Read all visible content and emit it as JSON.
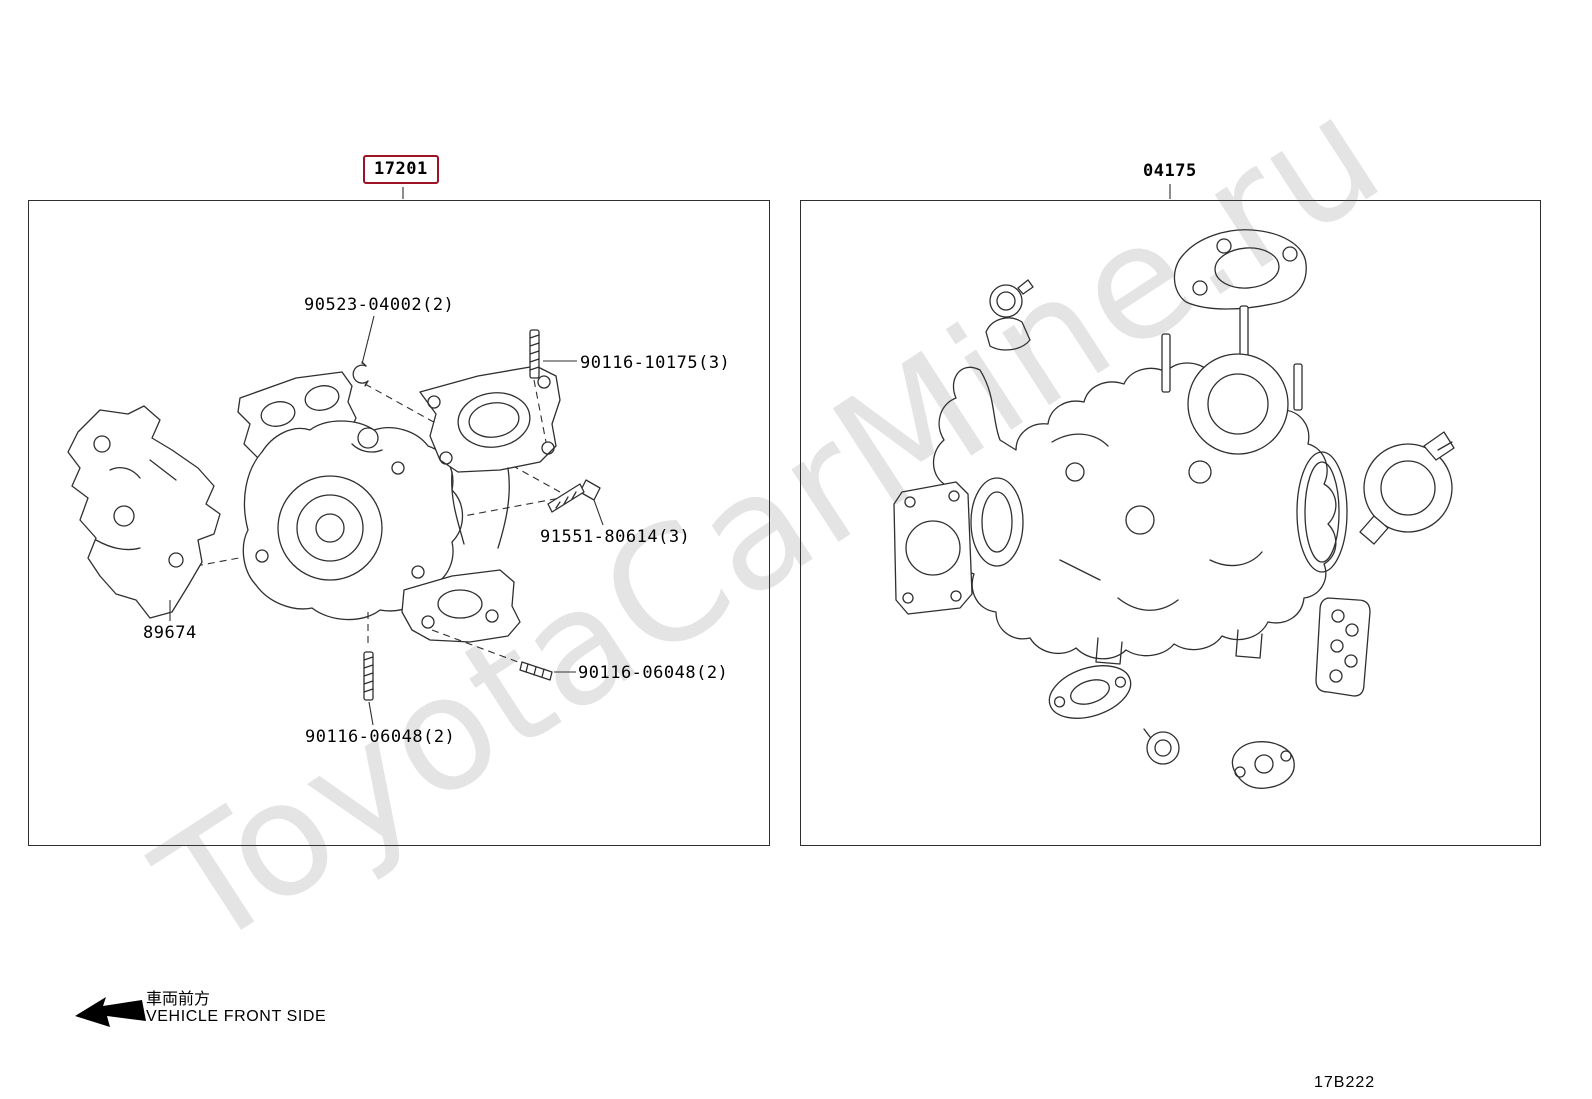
{
  "watermark": {
    "text": "ToyotaCarMine.ru",
    "color": "#d9d9d9"
  },
  "assemblies": {
    "left": {
      "code": "17201",
      "highlighted": true
    },
    "right": {
      "code": "04175",
      "highlighted": false
    }
  },
  "callouts": {
    "retainer_clip": "90523-04002(2)",
    "stud_upper": "90116-10175(3)",
    "bolt": "91551-80614(3)",
    "bracket": "89674",
    "stud_right": "90116-06048(2)",
    "stud_lower": "90116-06048(2)"
  },
  "footer": {
    "vehicle_front_jp": "車両前方",
    "vehicle_front_en": "VEHICLE FRONT SIDE",
    "drawing_code": "17B222"
  },
  "colors": {
    "highlight_box": "#9d1325",
    "line": "#2f2f2f"
  }
}
